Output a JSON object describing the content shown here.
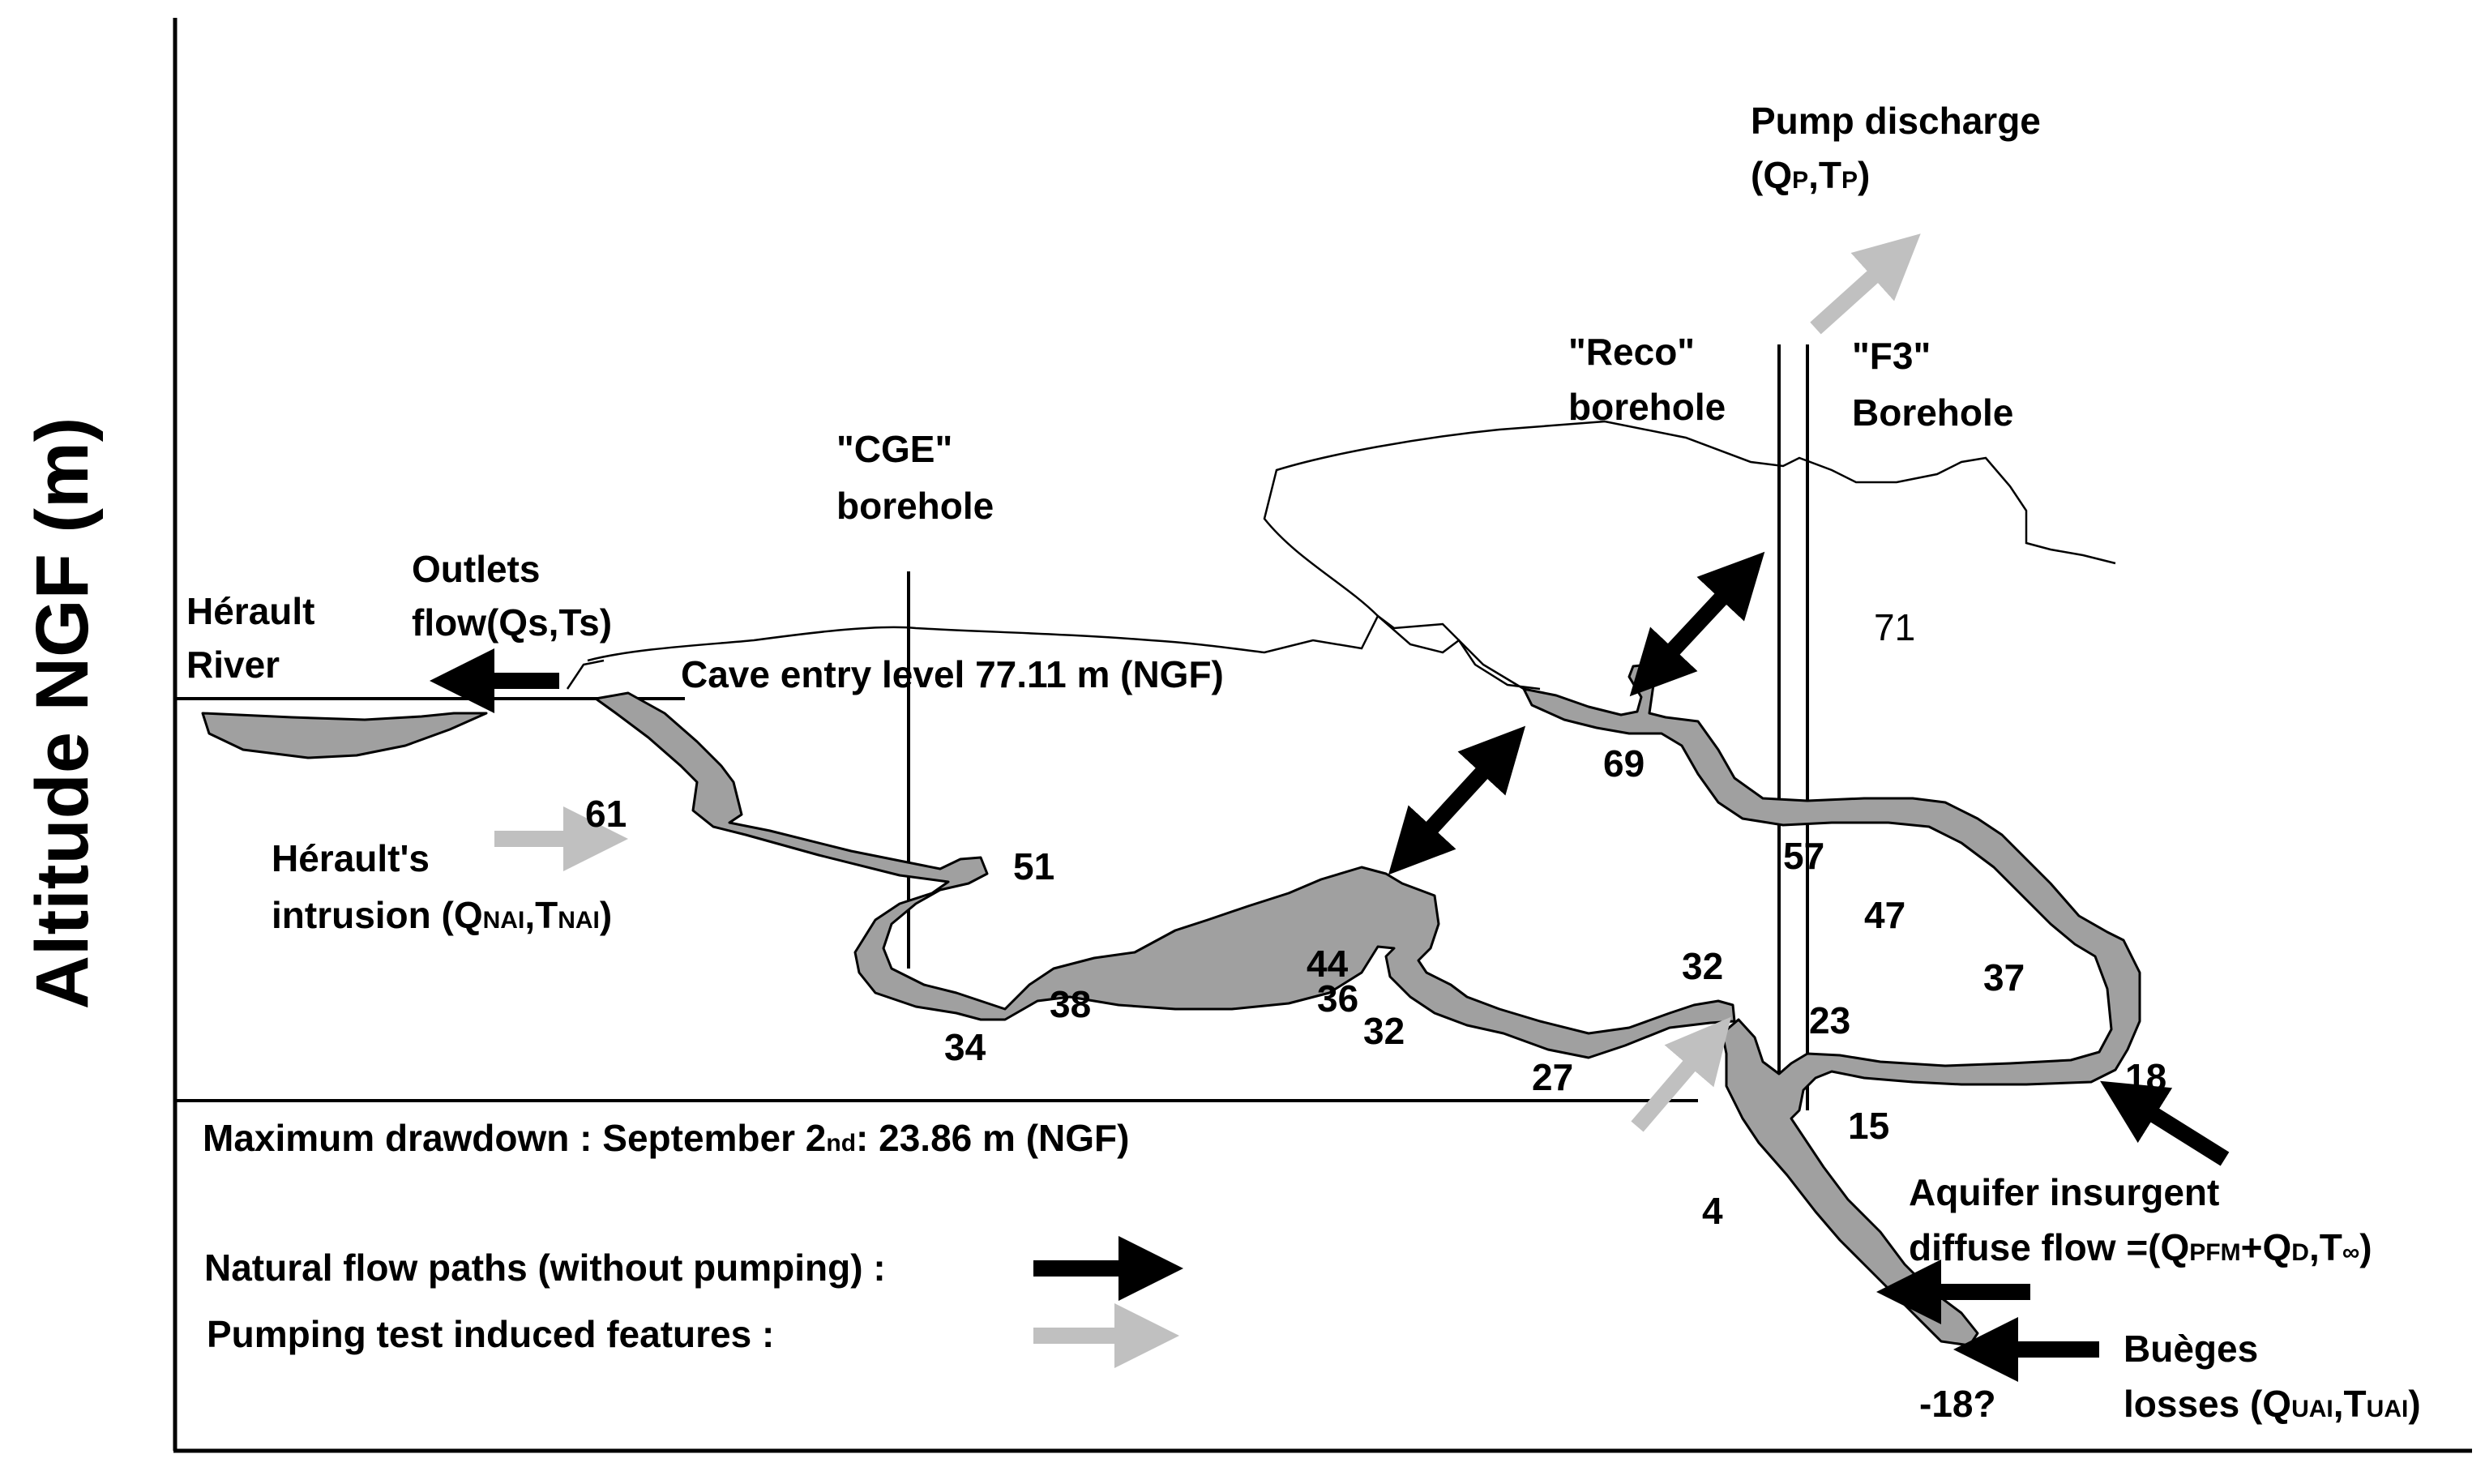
{
  "y_axis_label": "Altitude NGF (m)",
  "labels": {
    "herault_river_1": "Hérault",
    "herault_river_2": "River",
    "outlets_1": "Outlets",
    "outlets_2": "flow(Qs,Ts)",
    "cge_1": "\"CGE\"",
    "cge_2": "borehole",
    "cave_entry": "Cave entry level 77.11 m (NGF)",
    "reco_1": "\"Reco\"",
    "reco_2": "borehole",
    "f3_1": "\"F3\"",
    "f3_2": "Borehole",
    "pump_1": "Pump discharge",
    "pump_2_open": "(Q",
    "pump_2_sub1": "P",
    "pump_2_mid": ",T",
    "pump_2_sub2": "P",
    "pump_2_close": ")",
    "intrusion_1": "Hérault's",
    "intrusion_2_pre": "intrusion (Q",
    "intrusion_2_sub1": "NAI",
    "intrusion_2_mid": ",T",
    "intrusion_2_sub2": "NAI",
    "intrusion_2_close": ")",
    "max_drawdown_pre": "Maximum drawdown : September 2",
    "max_drawdown_sup": "nd",
    "max_drawdown_post": ": 23.86 m (NGF)",
    "aquifer_1": "Aquifer insurgent",
    "aquifer_2_pre": "diffuse flow =(Q",
    "aquifer_2_sub1": "PFM",
    "aquifer_2_mid": "+Q",
    "aquifer_2_sub2": "D",
    "aquifer_2_mid2": ",T",
    "aquifer_2_sub3": "∞",
    "aquifer_2_close": ")",
    "bueges_1": "Buèges",
    "bueges_2_pre": "losses (Q",
    "bueges_2_sub1": "UAI",
    "bueges_2_mid": ",T",
    "bueges_2_sub2": "UAI",
    "bueges_2_close": ")",
    "legend_natural": "Natural flow paths (without pumping) :",
    "legend_pumping": "Pumping test induced features :"
  },
  "depth_labels": {
    "d61": "61",
    "d51": "51",
    "d34": "34",
    "d38": "38",
    "d44": "44",
    "d36": "36",
    "d32a": "32",
    "d27": "27",
    "d32b": "32",
    "d69": "69",
    "d71": "71",
    "d57": "57",
    "d47": "47",
    "d37": "37",
    "d23": "23",
    "d18": "18",
    "d15": "15",
    "d4": "4",
    "dm18": "-18?"
  },
  "colors": {
    "cave_fill": "#a0a0a0",
    "natural_arrow": "#000000",
    "pumping_arrow": "#c0c0c0"
  }
}
